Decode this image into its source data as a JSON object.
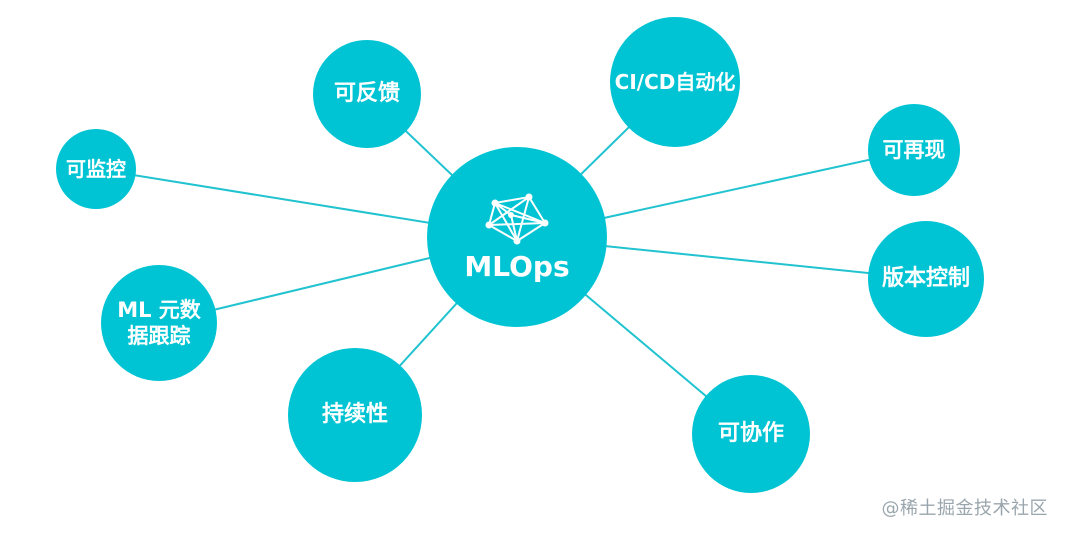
{
  "diagram": {
    "center": {
      "label": "MLOps",
      "icon": "network-mesh-icon"
    },
    "nodes": [
      {
        "id": "feedback",
        "label": "可反馈"
      },
      {
        "id": "cicd",
        "label": "CI/CD自动化"
      },
      {
        "id": "monitor",
        "label": "可监控"
      },
      {
        "id": "reproducible",
        "label": "可再现"
      },
      {
        "id": "version-control",
        "label": "版本控制"
      },
      {
        "id": "metadata-tracking",
        "label": "ML 元数据跟踪"
      },
      {
        "id": "sustainable",
        "label": "持续性"
      },
      {
        "id": "collaborative",
        "label": "可协作"
      }
    ]
  },
  "watermark": "@稀土掘金技术社区",
  "colors": {
    "node_fill": "#00c4d3",
    "connector": "#20c3cf",
    "text": "#ffffff",
    "watermark": "#9aa6ad"
  }
}
